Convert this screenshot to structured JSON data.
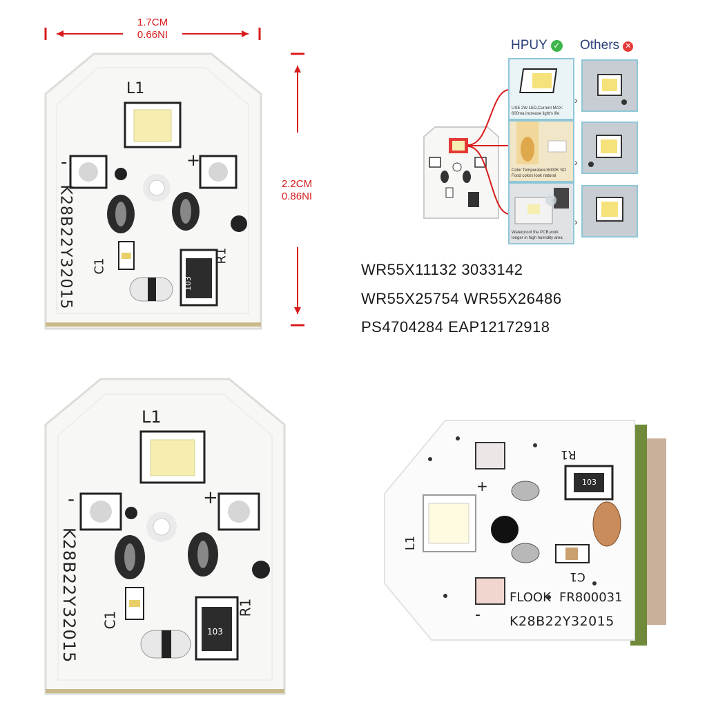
{
  "dimensions": {
    "width_cm": "1.7CM",
    "width_in": "0.66NI",
    "height_cm": "2.2CM",
    "height_in": "0.86NI"
  },
  "board": {
    "led_label": "L1",
    "minus": "-",
    "plus": "+",
    "cap_label": "C1",
    "resistor_label": "R1",
    "resistor_code": "103",
    "model": "K28B22Y32015"
  },
  "comparison": {
    "brand": "HPUY",
    "others": "Others",
    "captions": [
      "USE 2W LED,Current MAX: 600ma,Increase light's life",
      "Color Temperature:6000K SO Food colors look natural",
      "Waterproof the PCB,work longer in high humidity area"
    ]
  },
  "part_numbers": [
    "WR55X11132  3033142",
    "WR55X25754 WR55X26486",
    "PS4704284 EAP12172918"
  ],
  "photo_board": {
    "marking1": "FLOOK",
    "marking2": "FR800031",
    "model": "K28B22Y32015",
    "led_label": "L1",
    "cap_label": "C1",
    "resistor_label": "R1",
    "resistor_code": "103",
    "plus": "+",
    "minus": "-"
  },
  "colors": {
    "accent_red": "#d81b1b",
    "board": "#f7f7f5",
    "led": "#f6eeb0"
  }
}
